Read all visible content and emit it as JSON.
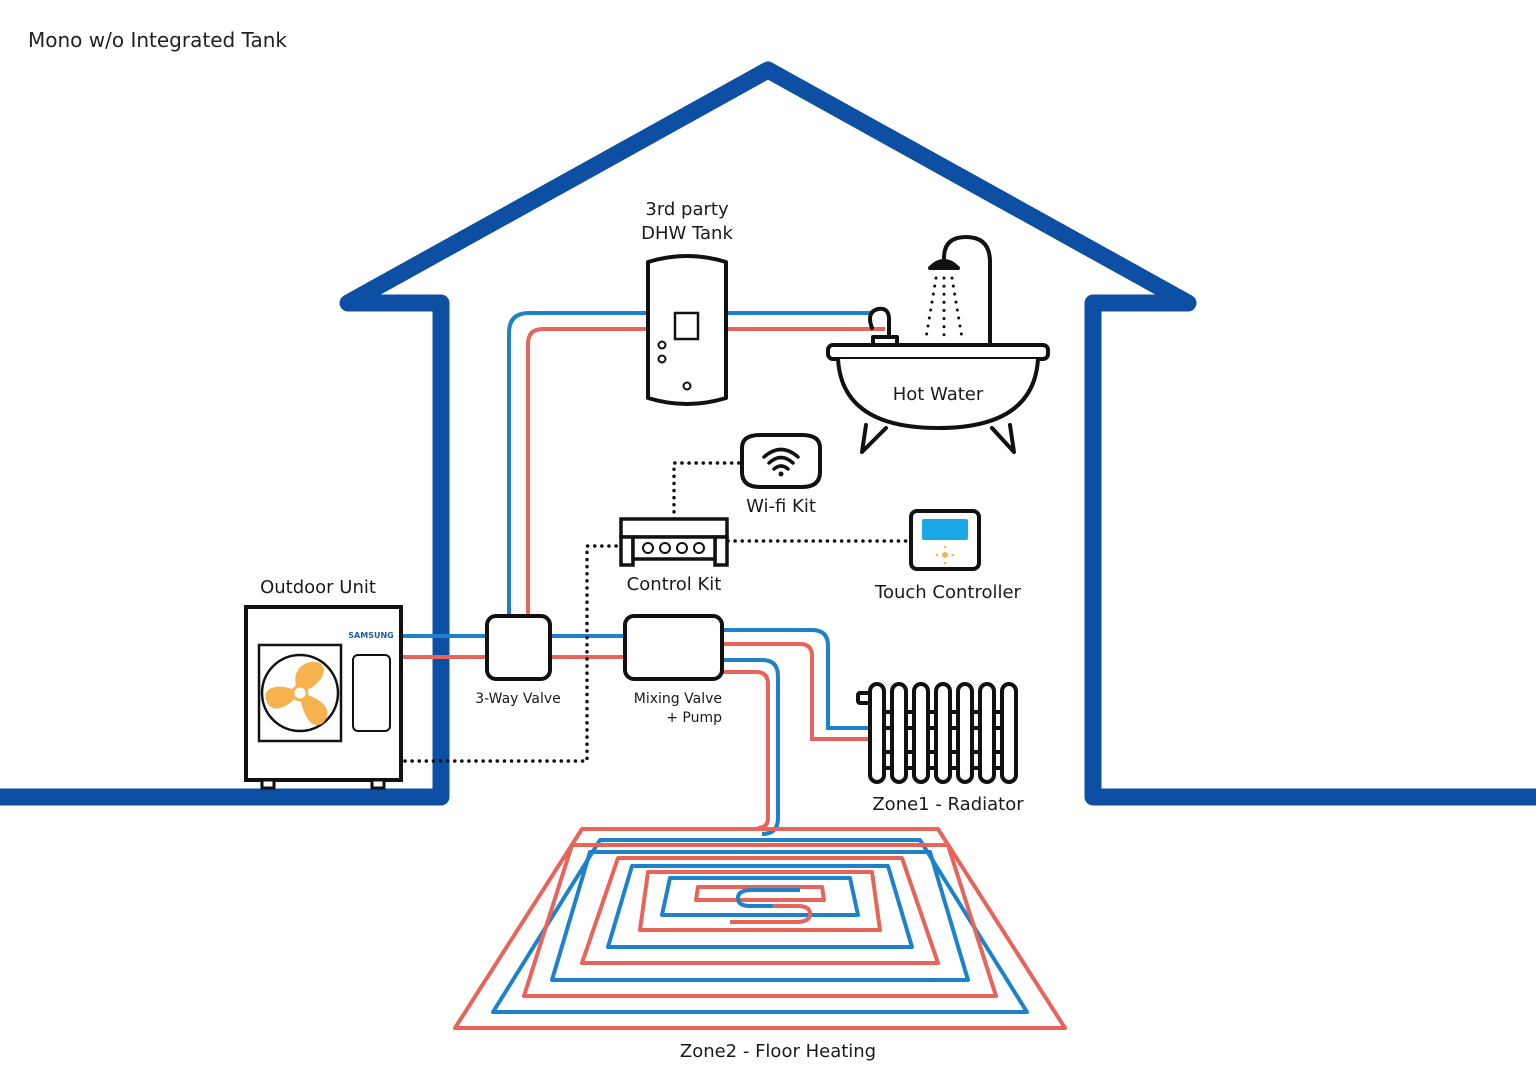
{
  "title": "Mono w/o Integrated Tank",
  "colors": {
    "house": "#0d4fa3",
    "supply_pipe": "#e8635a",
    "return_pipe": "#1d82c9",
    "outline": "#111111",
    "fan": "#f5b24e",
    "screen": "#1aa9e6",
    "brand_text": "#1e5bb0"
  },
  "components": {
    "outdoor_unit": {
      "label": "Outdoor Unit",
      "brand": "SAMSUNG",
      "icon": "outdoor-unit-fan-icon"
    },
    "three_way_valve": {
      "label": "3-Way Valve",
      "icon": "valve-box-icon"
    },
    "mixing_valve": {
      "label_line1": "Mixing Valve",
      "label_line2": "+ Pump",
      "icon": "valve-box-icon"
    },
    "dhw_tank": {
      "label_line1": "3rd party",
      "label_line2": "DHW Tank",
      "icon": "water-tank-icon"
    },
    "bath": {
      "label": "Hot Water",
      "icon": "bathtub-shower-icon"
    },
    "wifi_kit": {
      "label": "Wi-fi Kit",
      "icon": "wifi-icon"
    },
    "control_kit": {
      "label": "Control Kit",
      "icon": "control-kit-icon"
    },
    "touch_controller": {
      "label": "Touch Controller",
      "icon": "touch-controller-icon"
    },
    "radiator": {
      "label": "Zone1 - Radiator",
      "icon": "radiator-icon"
    },
    "floor_heating": {
      "label": "Zone2 - Floor Heating",
      "icon": "floor-heating-coil-icon"
    }
  },
  "connections": [
    {
      "from": "outdoor_unit",
      "to": "three_way_valve",
      "type": "water-pipe"
    },
    {
      "from": "three_way_valve",
      "to": "dhw_tank",
      "type": "water-pipe"
    },
    {
      "from": "dhw_tank",
      "to": "bath",
      "type": "water-pipe"
    },
    {
      "from": "three_way_valve",
      "to": "mixing_valve",
      "type": "water-pipe"
    },
    {
      "from": "mixing_valve",
      "to": "radiator",
      "type": "water-pipe"
    },
    {
      "from": "mixing_valve",
      "to": "floor_heating",
      "type": "water-pipe"
    },
    {
      "from": "outdoor_unit",
      "to": "control_kit",
      "type": "control-wire"
    },
    {
      "from": "control_kit",
      "to": "wifi_kit",
      "type": "control-wire"
    },
    {
      "from": "control_kit",
      "to": "touch_controller",
      "type": "control-wire"
    }
  ]
}
